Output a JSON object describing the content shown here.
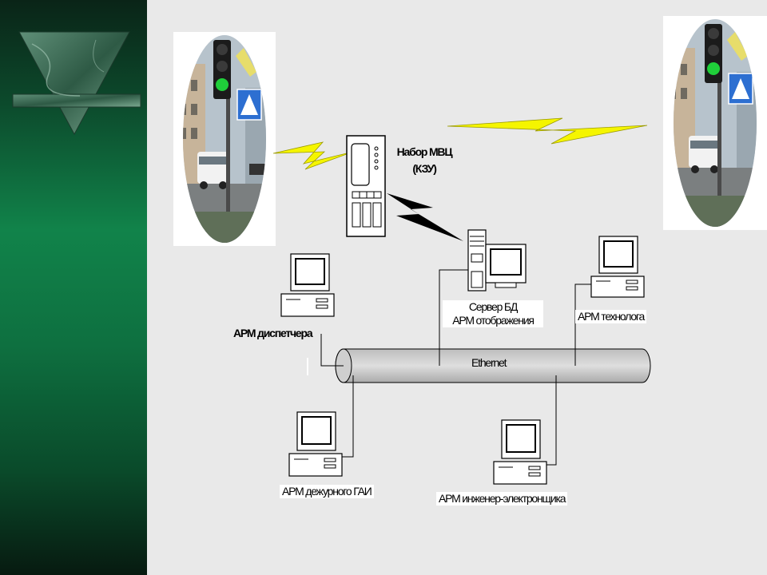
{
  "labels": {
    "mvc_line1": "Набор МВЦ",
    "mvc_line2": "(КЗУ)",
    "server_line1": "Сервер БД",
    "server_line2": "АРМ отображения",
    "arm_technologist": "АРМ технолога",
    "arm_dispatcher": "АРМ диспетчера",
    "ethernet": "Ethernet",
    "arm_traffic_police": "АРМ дежурного ГАИ",
    "arm_engineer": "АРМ инженер-электронщика"
  },
  "colors": {
    "lightning": "#f5f500",
    "signal_green": "#1fcf3a",
    "sidebar": "#0e7a45"
  },
  "icons": [
    "traffic-light-photo-left",
    "traffic-light-photo-right",
    "server-rack-icon",
    "computer-icon",
    "lightning-icon",
    "logo-triangle-icon"
  ]
}
